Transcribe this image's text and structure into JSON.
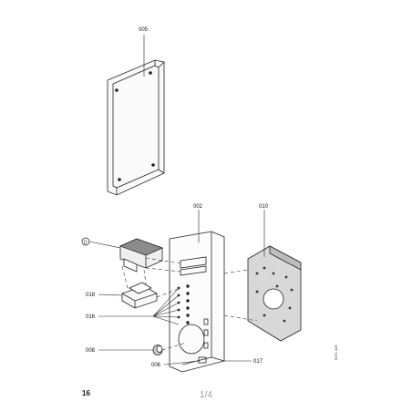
{
  "labels": {
    "p005": "005",
    "p002": "002",
    "p010": "010",
    "pD": "D",
    "p018": "018",
    "p016": "016",
    "p008": "008",
    "p006": "006",
    "p017": "017"
  },
  "page": {
    "number": "16",
    "indicator": "1/4",
    "side_code": "5071 405"
  }
}
